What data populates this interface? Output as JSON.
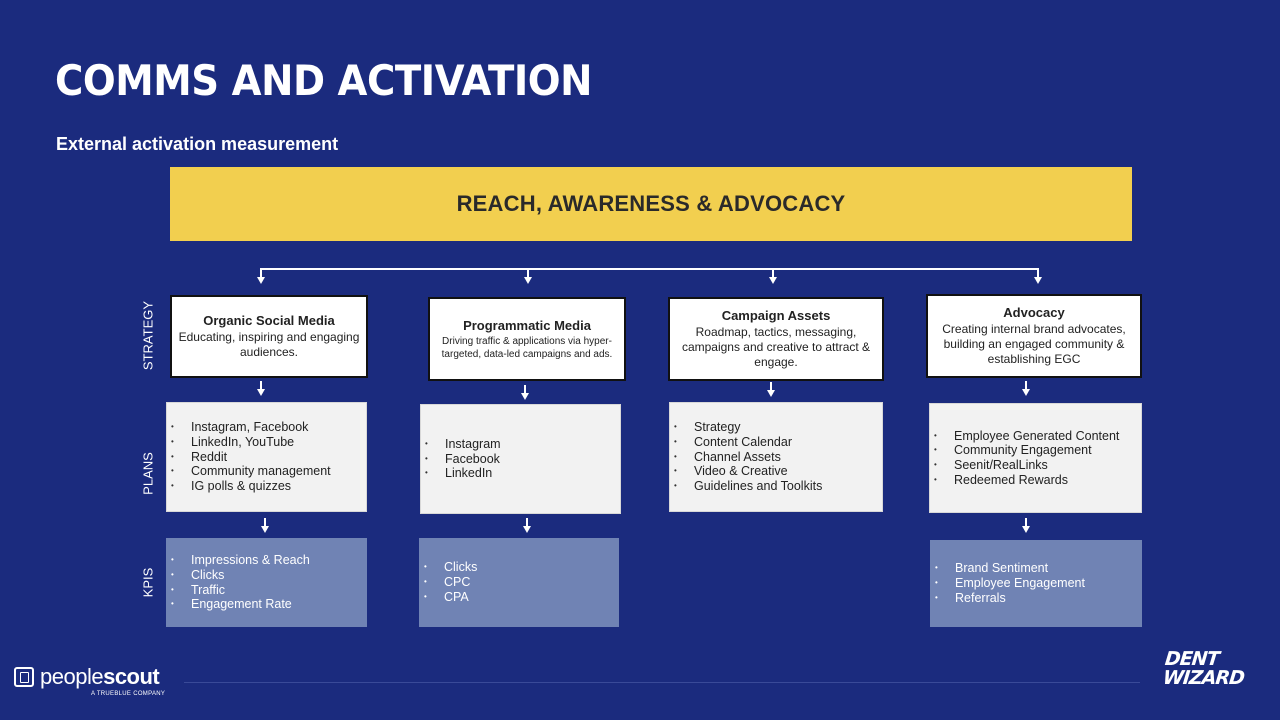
{
  "header": {
    "title": "COMMS AND ACTIVATION",
    "subtitle": "External activation measurement"
  },
  "banner": {
    "label": "REACH, AWARENESS & ADVOCACY"
  },
  "row_labels": {
    "strategy": "STRATEGY",
    "plans": "PLANS",
    "kpis": "KPIS"
  },
  "columns": [
    {
      "strategy_title": "Organic Social Media",
      "strategy_desc": "Educating, inspiring and engaging audiences.",
      "plans": [
        "Instagram, Facebook",
        "LinkedIn, YouTube",
        "Reddit",
        "Community management",
        "IG polls & quizzes"
      ],
      "kpis": [
        "Impressions & Reach",
        "Clicks",
        "Traffic",
        "Engagement Rate"
      ]
    },
    {
      "strategy_title": "Programmatic Media",
      "strategy_desc": "Driving traffic & applications via hyper-targeted, data-led campaigns and ads.",
      "plans": [
        "Instagram",
        "Facebook",
        "LinkedIn"
      ],
      "kpis": [
        "Clicks",
        "CPC",
        "CPA"
      ]
    },
    {
      "strategy_title": "Campaign Assets",
      "strategy_desc": "Roadmap, tactics, messaging, campaigns and creative to attract & engage.",
      "plans": [
        "Strategy",
        "Content Calendar",
        "Channel Assets",
        "Video & Creative",
        "Guidelines and Toolkits"
      ],
      "kpis": []
    },
    {
      "strategy_title": "Advocacy",
      "strategy_desc": "Creating internal brand advocates, building an engaged community & establishing EGC",
      "plans": [
        "Employee Generated Content",
        "Community Engagement",
        "Seenit/RealLinks",
        "Redeemed Rewards"
      ],
      "kpis": [
        "Brand Sentiment",
        "Employee Engagement",
        "Referrals"
      ]
    }
  ],
  "footer": {
    "logo_left_a": "people",
    "logo_left_b": "scout",
    "logo_left_tag": "A TRUEBLUE COMPANY",
    "logo_right_line1": "DENT",
    "logo_right_line2": "WIZARD"
  },
  "colors": {
    "background": "#1b2b7e",
    "banner": "#f2cf4f",
    "plans_box": "#f2f2f2",
    "kpi_box": "#7083b4"
  }
}
